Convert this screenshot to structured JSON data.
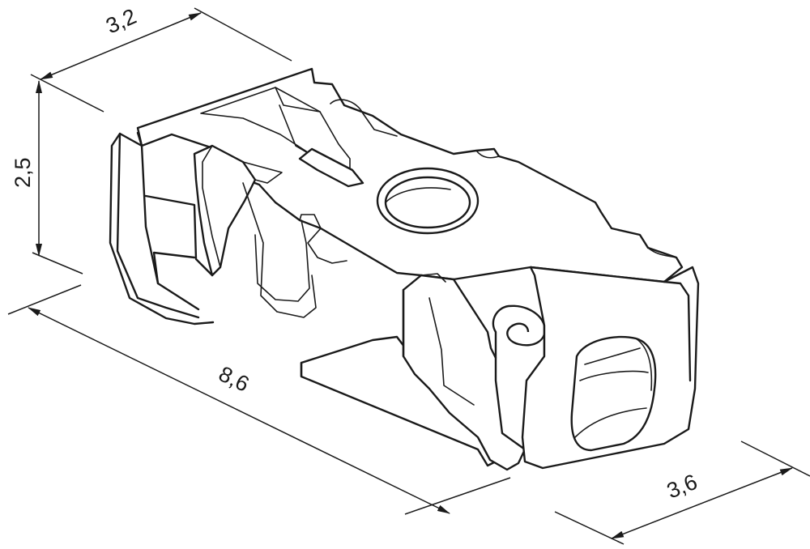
{
  "dimensions": {
    "top_width": "3,2",
    "height": "2,5",
    "length": "8,6",
    "bottom_width": "3,6"
  }
}
